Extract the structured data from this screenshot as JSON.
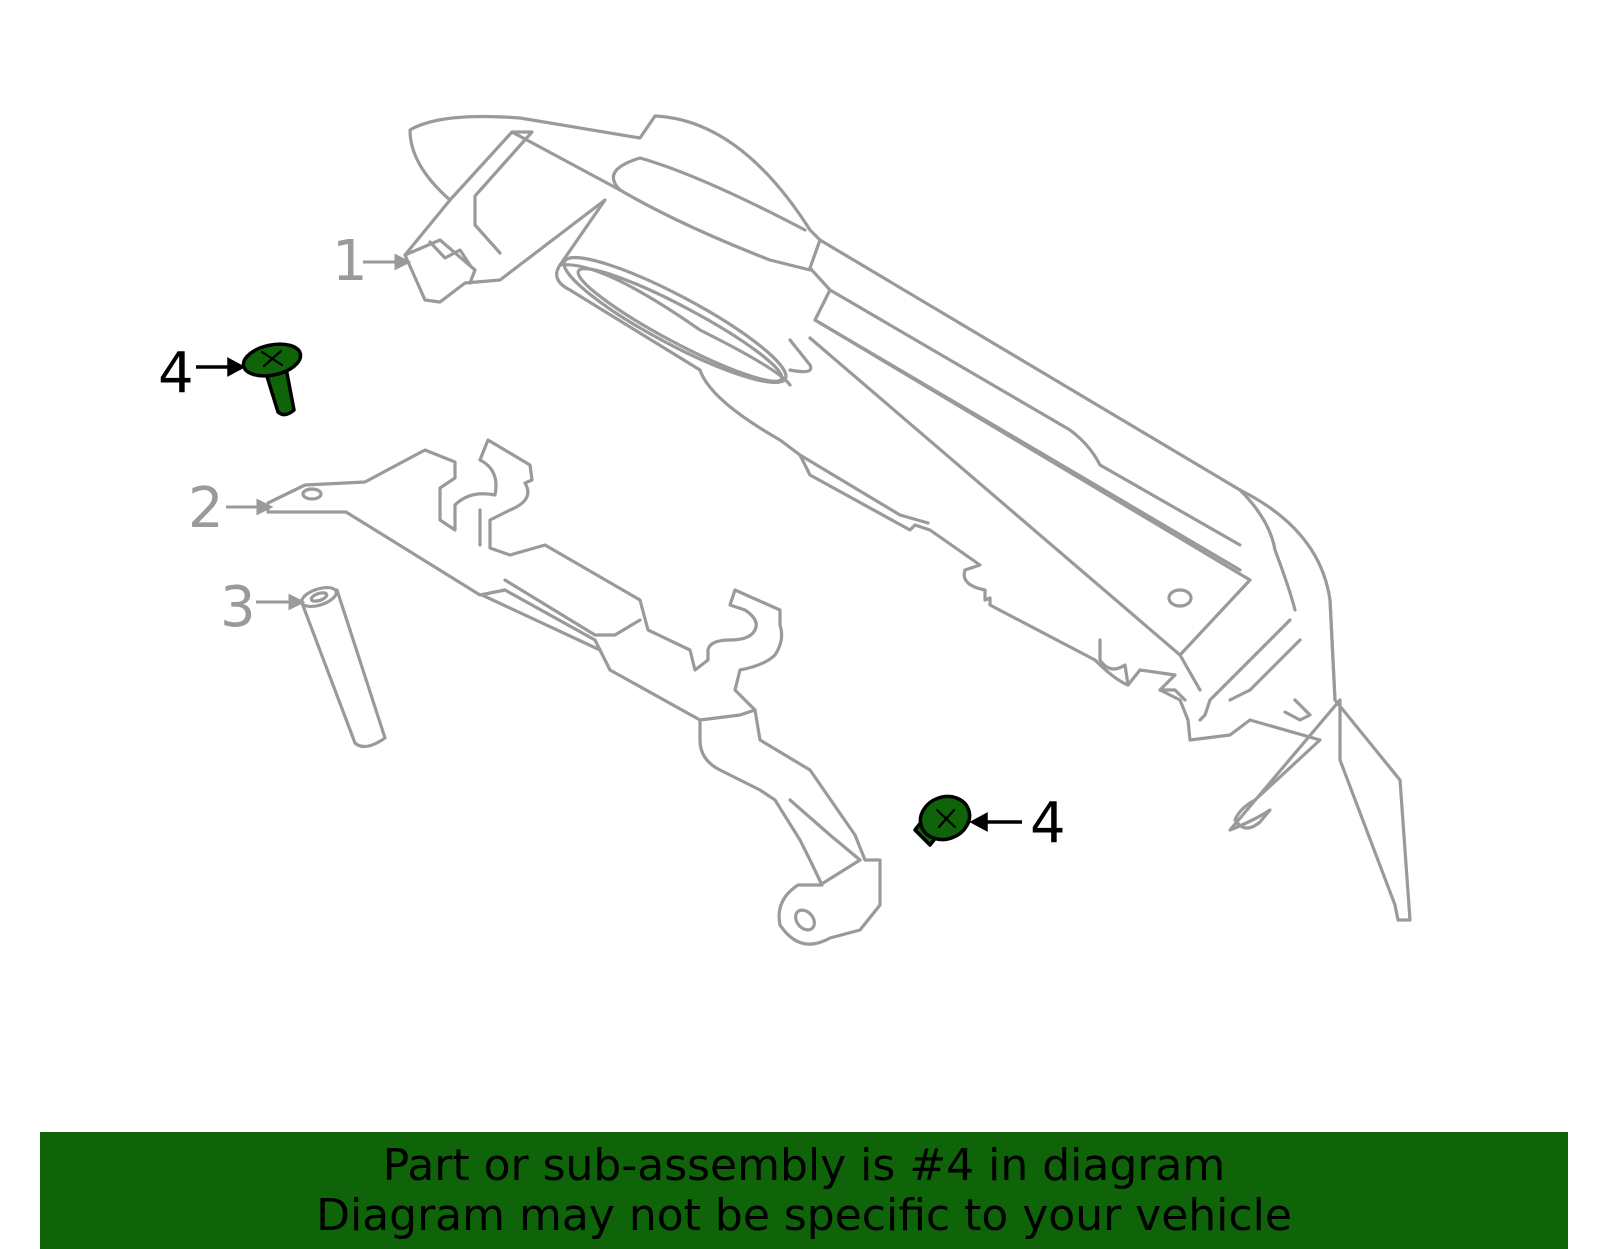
{
  "callouts": {
    "part1": "1",
    "part2": "2",
    "part3": "3",
    "part4_left": "4",
    "part4_right": "4"
  },
  "banner": {
    "line1": "Part or sub-assembly is #4 in diagram",
    "line2": "Diagram may not be specific to your vehicle"
  },
  "colors": {
    "highlight": "#0f6308",
    "line_art": "#9a9a9a",
    "callout_highlight_text": "#000000"
  },
  "highlighted_part": "4"
}
